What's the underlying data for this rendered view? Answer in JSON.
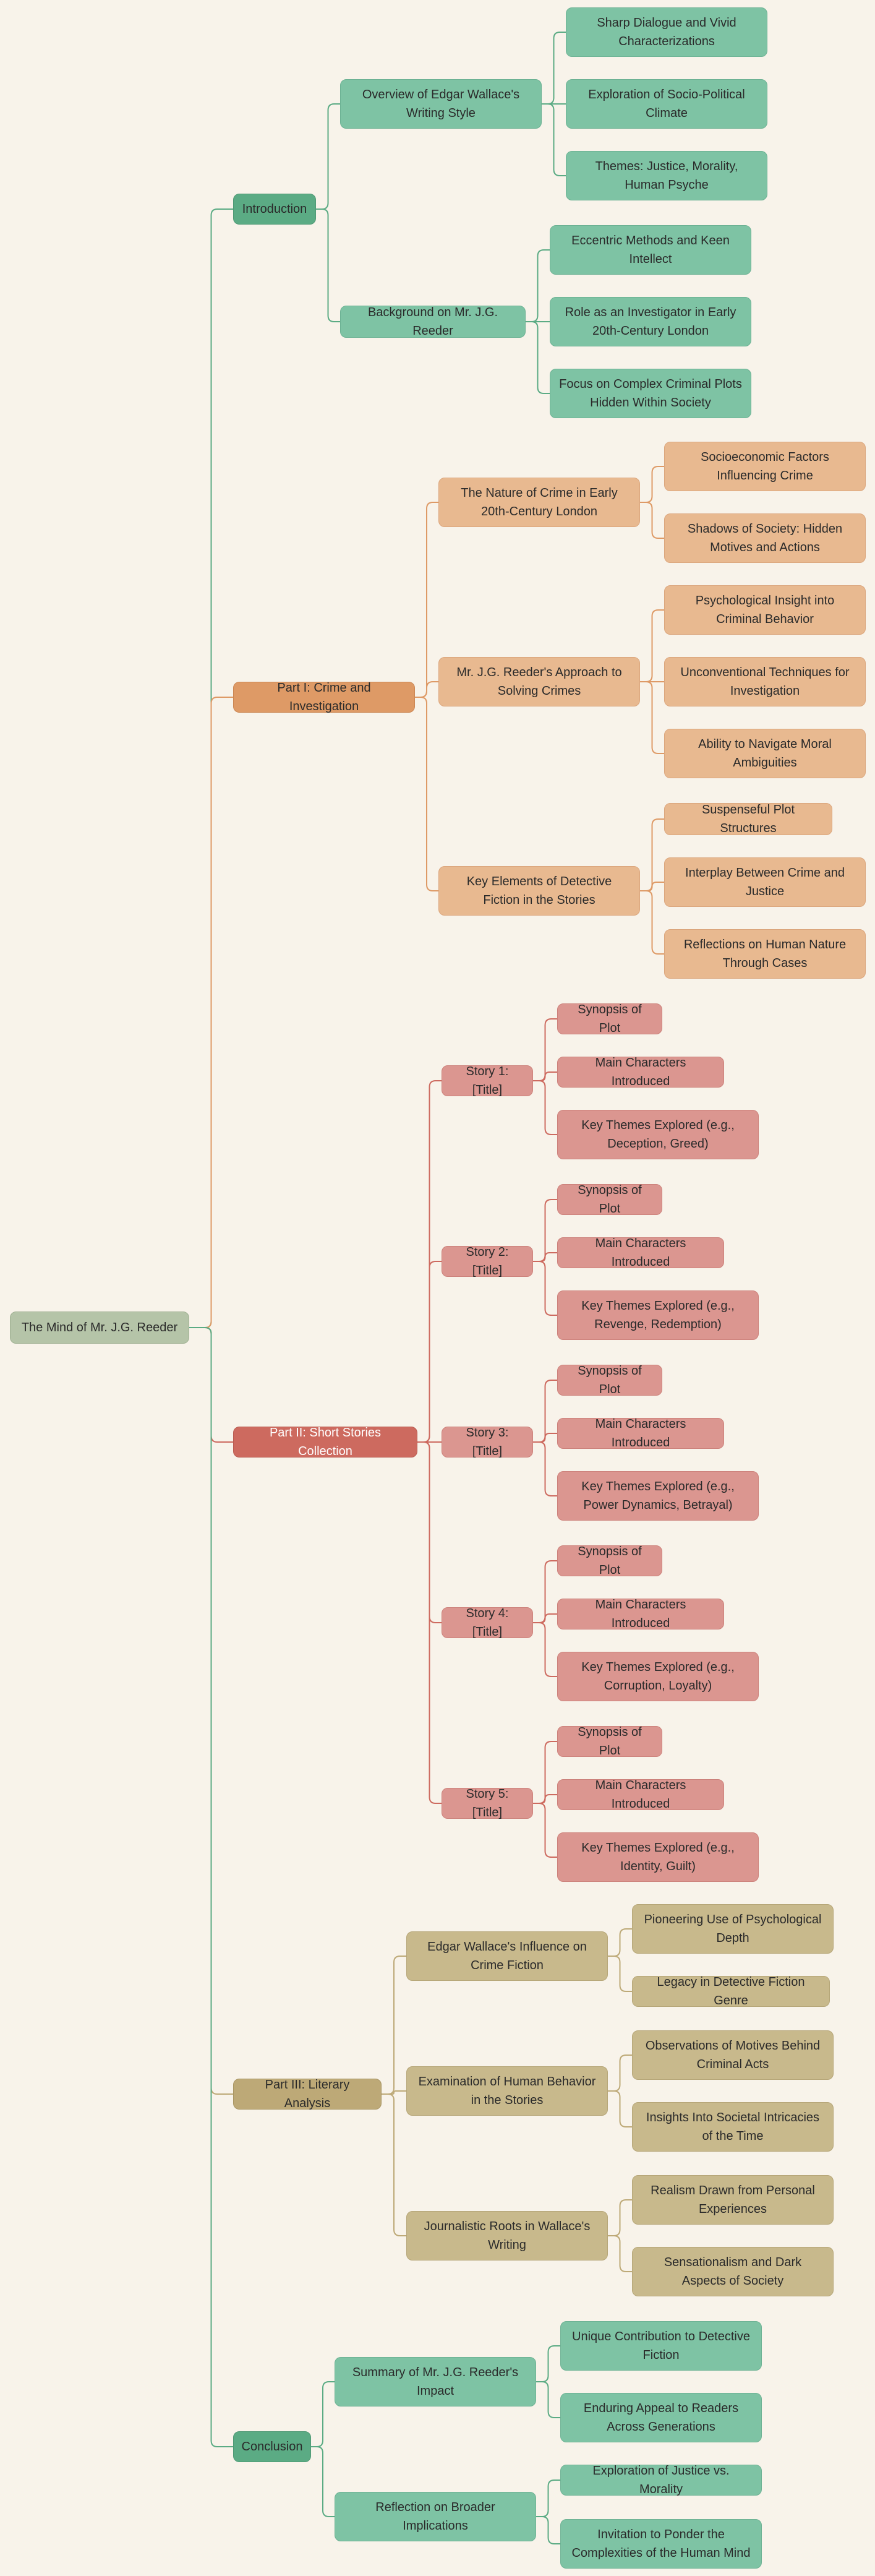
{
  "colors": {
    "background": "#f8f3ea",
    "introduction": "#5bab84",
    "part1": "#de9a66",
    "part2": "#cd6a5f",
    "part3": "#bda977",
    "conclusion": "#5bab84"
  },
  "root": {
    "label": "The Mind of Mr. J.G. Reeder"
  },
  "sections": {
    "intro": {
      "label": "Introduction"
    },
    "p1": {
      "label": "Part I: Crime and Investigation"
    },
    "p2": {
      "label": "Part II: Short Stories Collection"
    },
    "p3": {
      "label": "Part III: Literary Analysis"
    },
    "concl": {
      "label": "Conclusion"
    }
  },
  "introduction": {
    "overview": {
      "label": "Overview of Edgar Wallace's Writing Style",
      "items": [
        "Sharp Dialogue and Vivid Characterizations",
        "Exploration of Socio-Political Climate",
        "Themes: Justice, Morality, Human Psyche"
      ]
    },
    "background": {
      "label": "Background on Mr. J.G. Reeder",
      "items": [
        "Eccentric Methods and Keen Intellect",
        "Role as an Investigator in Early 20th-Century London",
        "Focus on Complex Criminal Plots Hidden Within Society"
      ]
    }
  },
  "part1": {
    "nature": {
      "label": "The Nature of Crime in Early 20th-Century London",
      "items": [
        "Socioeconomic Factors Influencing Crime",
        "Shadows of Society: Hidden Motives and Actions"
      ]
    },
    "approach": {
      "label": "Mr. J.G. Reeder's Approach to Solving Crimes",
      "items": [
        "Psychological Insight into Criminal Behavior",
        "Unconventional Techniques for Investigation",
        "Ability to Navigate Moral Ambiguities"
      ]
    },
    "elements": {
      "label": "Key Elements of Detective Fiction in the Stories",
      "items": [
        "Suspenseful Plot Structures",
        "Interplay Between Crime and Justice",
        "Reflections on Human Nature Through Cases"
      ]
    }
  },
  "part2": {
    "story1": {
      "label": "Story 1: [Title]",
      "items": [
        "Synopsis of Plot",
        "Main Characters Introduced",
        "Key Themes Explored (e.g., Deception, Greed)"
      ]
    },
    "story2": {
      "label": "Story 2: [Title]",
      "items": [
        "Synopsis of Plot",
        "Main Characters Introduced",
        "Key Themes Explored (e.g., Revenge, Redemption)"
      ]
    },
    "story3": {
      "label": "Story 3: [Title]",
      "items": [
        "Synopsis of Plot",
        "Main Characters Introduced",
        "Key Themes Explored (e.g., Power Dynamics, Betrayal)"
      ]
    },
    "story4": {
      "label": "Story 4: [Title]",
      "items": [
        "Synopsis of Plot",
        "Main Characters Introduced",
        "Key Themes Explored (e.g., Corruption, Loyalty)"
      ]
    },
    "story5": {
      "label": "Story 5: [Title]",
      "items": [
        "Synopsis of Plot",
        "Main Characters Introduced",
        "Key Themes Explored (e.g., Identity, Guilt)"
      ]
    }
  },
  "part3": {
    "influence": {
      "label": "Edgar Wallace's Influence on Crime Fiction",
      "items": [
        "Pioneering Use of Psychological Depth",
        "Legacy in Detective Fiction Genre"
      ]
    },
    "behavior": {
      "label": "Examination of Human Behavior in the Stories",
      "items": [
        "Observations of Motives Behind Criminal Acts",
        "Insights Into Societal Intricacies of the Time"
      ]
    },
    "roots": {
      "label": "Journalistic Roots in Wallace's Writing",
      "items": [
        "Realism Drawn from Personal Experiences",
        "Sensationalism and Dark Aspects of Society"
      ]
    }
  },
  "conclusion": {
    "summary": {
      "label": "Summary of Mr. J.G. Reeder's Impact",
      "items": [
        "Unique Contribution to Detective Fiction",
        "Enduring Appeal to Readers Across Generations"
      ]
    },
    "reflection": {
      "label": "Reflection on Broader Implications",
      "items": [
        "Exploration of Justice vs. Morality",
        "Invitation to Ponder the Complexities of the Human Mind"
      ]
    }
  }
}
